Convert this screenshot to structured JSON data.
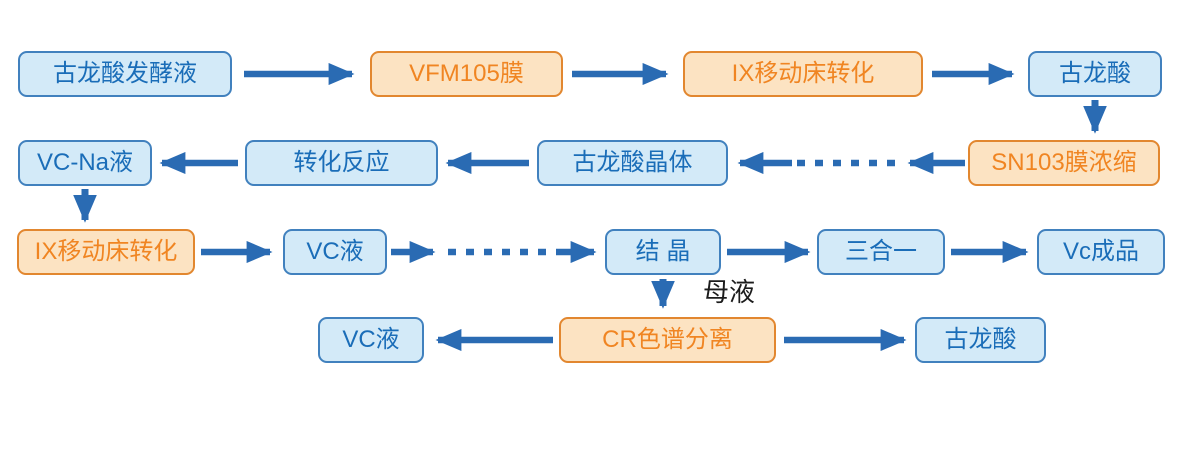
{
  "diagram": {
    "description": "Process flow diagram (vitamin C / gulonic acid production)",
    "nodes": {
      "fermentation_broth": {
        "label": "古龙酸发酵液",
        "style": "blue"
      },
      "vfm105_membrane": {
        "label": "VFM105膜",
        "style": "orange"
      },
      "ix_moving_bed_top": {
        "label": "IX移动床转化",
        "style": "orange"
      },
      "gulonic_acid_top": {
        "label": "古龙酸",
        "style": "blue"
      },
      "sn103_membrane": {
        "label": "SN103膜浓缩",
        "style": "orange"
      },
      "gulonic_crystal": {
        "label": "古龙酸晶体",
        "style": "blue"
      },
      "conversion_reaction": {
        "label": "转化反应",
        "style": "blue"
      },
      "vcna_liquid": {
        "label": "VC-Na液",
        "style": "blue"
      },
      "ix_moving_bed_mid": {
        "label": "IX移动床转化",
        "style": "orange"
      },
      "vc_liquid_mid": {
        "label": "VC液",
        "style": "blue"
      },
      "crystallization": {
        "label": "结 晶",
        "style": "blue"
      },
      "three_in_one": {
        "label": "三合一",
        "style": "blue"
      },
      "vc_product": {
        "label": "Vc成品",
        "style": "blue"
      },
      "vc_liquid_bottom": {
        "label": "VC液",
        "style": "blue"
      },
      "cr_chromatography": {
        "label": "CR色谱分离",
        "style": "orange"
      },
      "gulonic_acid_bottom": {
        "label": "古龙酸",
        "style": "blue"
      }
    },
    "edge_labels": {
      "mother_liquor": "母液"
    },
    "colors": {
      "blue_fill": "#d3eaf8",
      "blue_border": "#4181be",
      "blue_text": "#1a6db8",
      "orange_fill": "#fce3c2",
      "orange_border": "#e2872f",
      "orange_text": "#f08522",
      "arrow": "#2a6bb3",
      "edge_label_text": "#1c1c1c",
      "background": "#ffffff"
    }
  }
}
